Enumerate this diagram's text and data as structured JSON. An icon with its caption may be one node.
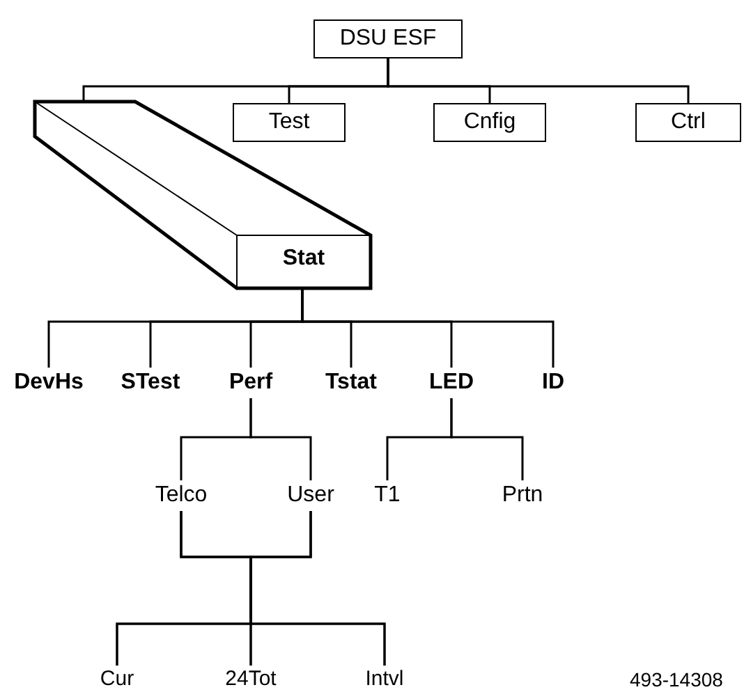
{
  "diagram": {
    "nodes": [
      {
        "text": [
          "DSU ESF"
        ]
      },
      {
        "text": [
          "Stat"
        ]
      },
      {
        "text": [
          "Test"
        ]
      },
      {
        "text": [
          "Cnfig"
        ]
      },
      {
        "text": [
          "Ctrl"
        ]
      },
      {
        "text": [
          "DevHs"
        ]
      },
      {
        "text": [
          "STest"
        ]
      },
      {
        "text": [
          "Perf"
        ]
      },
      {
        "text": [
          "Tstat"
        ]
      },
      {
        "text": [
          "LED"
        ]
      },
      {
        "text": [
          "ID"
        ]
      },
      {
        "text": [
          "Telco"
        ]
      },
      {
        "text": [
          "User"
        ]
      },
      {
        "text": [
          "T1"
        ]
      },
      {
        "text": [
          "Prtn"
        ]
      },
      {
        "text": [
          "Cur"
        ]
      },
      {
        "text": [
          "24Tot"
        ]
      },
      {
        "text": [
          "Intvl"
        ]
      }
    ],
    "edges": [
      {
        "from": 0,
        "to": 1,
        "arrow": "none"
      },
      {
        "from": 0,
        "to": 2,
        "arrow": "none"
      },
      {
        "from": 0,
        "to": 3,
        "arrow": "none"
      },
      {
        "from": 0,
        "to": 4,
        "arrow": "none"
      },
      {
        "from": 1,
        "to": 5,
        "arrow": "none"
      },
      {
        "from": 1,
        "to": 6,
        "arrow": "none"
      },
      {
        "from": 1,
        "to": 7,
        "arrow": "none"
      },
      {
        "from": 1,
        "to": 8,
        "arrow": "none"
      },
      {
        "from": 1,
        "to": 9,
        "arrow": "none"
      },
      {
        "from": 1,
        "to": 10,
        "arrow": "none"
      },
      {
        "from": 7,
        "to": 11,
        "arrow": "none"
      },
      {
        "from": 7,
        "to": 12,
        "arrow": "none"
      },
      {
        "from": 9,
        "to": 13,
        "arrow": "none"
      },
      {
        "from": 9,
        "to": 14,
        "arrow": "none"
      },
      {
        "from": 11,
        "to": 15,
        "arrow": "none"
      },
      {
        "from": 11,
        "to": 16,
        "arrow": "none"
      },
      {
        "from": 11,
        "to": 17,
        "arrow": "none"
      },
      {
        "from": 12,
        "to": 15,
        "arrow": "none"
      },
      {
        "from": 12,
        "to": 16,
        "arrow": "none"
      },
      {
        "from": 12,
        "to": 17,
        "arrow": "none"
      }
    ],
    "labels": [
      "493-14308"
    ]
  }
}
